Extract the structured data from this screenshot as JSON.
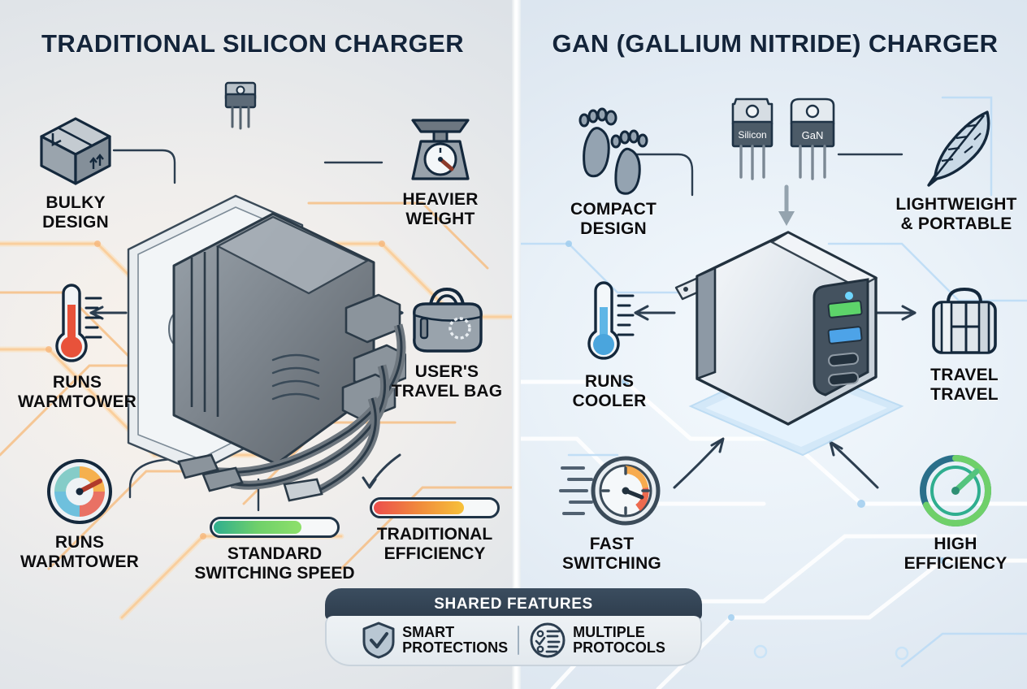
{
  "left": {
    "title": "TRADITIONAL SILICON CHARGER",
    "features": [
      {
        "icon": "box-icon",
        "label": "BULKY\nDESIGN"
      },
      {
        "icon": "scale-icon",
        "label": "HEAVIER\nWEIGHT"
      },
      {
        "icon": "thermometer-hot-icon",
        "label": "RUNS\nWARMTOWER"
      },
      {
        "icon": "travel-bag-icon",
        "label": "USER'S\nTRAVEL BAG"
      },
      {
        "icon": "gauge-warm-icon",
        "label": "RUNS\nWARMTOWER"
      }
    ],
    "bars": [
      {
        "icon": "progress-bar-green",
        "label": "STANDARD\nSWITCHING SPEED",
        "fill_percent": 70
      },
      {
        "icon": "progress-bar-warm",
        "label": "TRADITIONAL\nEFFICIENCY",
        "fill_percent": 72
      }
    ],
    "device": "silicon-charger-in-wall-outlet",
    "chip_icon": "transistor-icon"
  },
  "right": {
    "title": "GAN (GALLIUM NITRIDE) CHARGER",
    "features": [
      {
        "icon": "footprints-icon",
        "label": "COMPACT\nDESIGN"
      },
      {
        "icon": "feather-icon",
        "label": "LIGHTWEIGHT\n& PORTABLE"
      },
      {
        "icon": "thermometer-cold-icon",
        "label": "RUNS\nCOOLER"
      },
      {
        "icon": "suitcase-icon",
        "label": "TRAVEL\nTRAVEL"
      },
      {
        "icon": "stopwatch-icon",
        "label": "FAST\nSWITCHING"
      },
      {
        "icon": "efficiency-dial-icon",
        "label": "HIGH\nEFFICIENCY"
      }
    ],
    "transistors": [
      {
        "icon": "transistor-icon",
        "label": "Silicon"
      },
      {
        "icon": "transistor-icon",
        "label": "GaN"
      }
    ],
    "device": "gan-charger-on-circuit-pad"
  },
  "shared": {
    "header": "SHARED FEATURES",
    "items": [
      {
        "icon": "shield-check-icon",
        "label": "SMART\nPROTECTIONS"
      },
      {
        "icon": "checklist-icon",
        "label": "MULTIPLE\nPROTOCOLS"
      }
    ]
  },
  "colors": {
    "title": "#13243a",
    "left_accent": "#f5a45c",
    "right_accent": "#8fc4ef",
    "footer_bg": "#2d3c4c",
    "hot": "#e8523a",
    "cold": "#4ea8e0",
    "green": "#6fd06a"
  }
}
